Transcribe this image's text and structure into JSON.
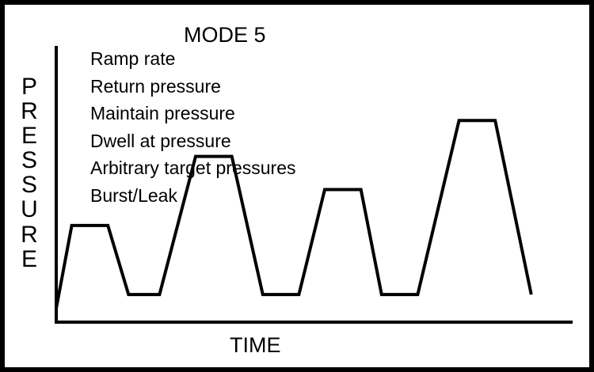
{
  "title": "MODE 5",
  "features": [
    "Ramp rate",
    "Return pressure",
    "Maintain pressure",
    "Dwell at pressure",
    "Arbitrary target pressures",
    "Burst/Leak"
  ],
  "ylabel": "PRESSURE",
  "xlabel": "TIME",
  "colors": {
    "line": "#000000",
    "background": "#ffffff"
  },
  "waveform": [
    {
      "t": 0,
      "p": 5
    },
    {
      "t": 3,
      "p": 35
    },
    {
      "t": 10,
      "p": 35
    },
    {
      "t": 14,
      "p": 10
    },
    {
      "t": 20,
      "p": 10
    },
    {
      "t": 27,
      "p": 60
    },
    {
      "t": 34,
      "p": 60
    },
    {
      "t": 40,
      "p": 10
    },
    {
      "t": 47,
      "p": 10
    },
    {
      "t": 52,
      "p": 48
    },
    {
      "t": 59,
      "p": 48
    },
    {
      "t": 63,
      "p": 10
    },
    {
      "t": 70,
      "p": 10
    },
    {
      "t": 78,
      "p": 73
    },
    {
      "t": 85,
      "p": 73
    },
    {
      "t": 92,
      "p": 10
    }
  ],
  "t_range": [
    0,
    100
  ],
  "p_range": [
    0,
    100
  ]
}
